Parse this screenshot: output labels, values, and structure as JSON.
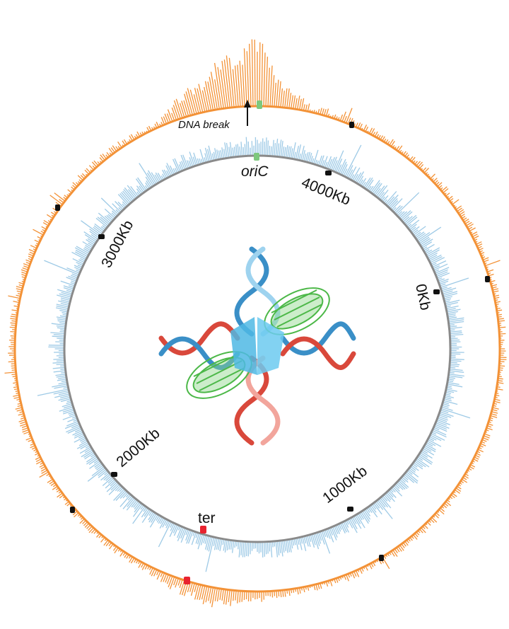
{
  "diagram": {
    "labels": {
      "kb_0": "0Kb",
      "kb_1000": "1000Kb",
      "kb_2000": "2000Kb",
      "kb_3000": "3000Kb",
      "kb_4000": "4000Kb",
      "ori": "oriC",
      "ter": "ter",
      "dna_break": "DNA break"
    },
    "colors": {
      "outer_track": "#f39237",
      "inner_track": "#9ecae6",
      "inner_ring": "#8a8a8a",
      "tick_marker": "#111111",
      "ori_marker": "#7dc87d",
      "ter_marker": "#e8232f",
      "dna_strand_blue": "#3a8fc7",
      "dna_strand_red": "#d9483b",
      "protein_green": "#4cb848",
      "protein_blue": "#4fb8e4"
    },
    "icons": [
      "dna-helix-icon",
      "protein-complex-icon"
    ]
  }
}
